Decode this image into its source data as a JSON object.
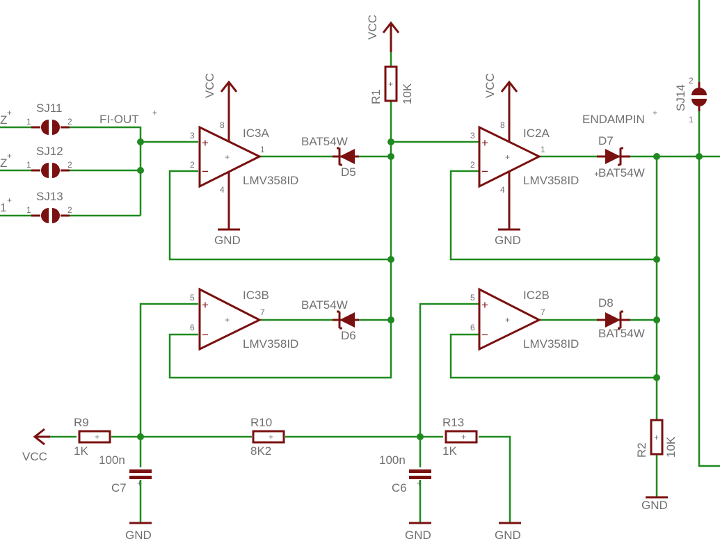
{
  "labels": {
    "vcc_r1": "VCC",
    "vcc_ic3a": "VCC",
    "vcc_ic2a": "VCC",
    "vcc_left": "VCC",
    "r1_name": "R1",
    "r1_value": "10K",
    "r2_name": "R2",
    "r2_value": "10K",
    "r9_name": "R9",
    "r9_value": "1K",
    "r10_name": "R10",
    "r10_value": "8K2",
    "r13_name": "R13",
    "r13_value": "1K",
    "c7_name": "C7",
    "c7_value": "100n",
    "c6_name": "C6",
    "c6_value": "100n",
    "ic3a_name": "IC3A",
    "ic3a_value": "LMV358ID",
    "ic3b_name": "IC3B",
    "ic3b_value": "LMV358ID",
    "ic2a_name": "IC2A",
    "ic2a_value": "LMV358ID",
    "ic2b_name": "IC2B",
    "ic2b_value": "LMV358ID",
    "d5_name": "D5",
    "d5_value": "BAT54W",
    "d6_name": "D6",
    "d6_value": "BAT54W",
    "d7_name": "D7",
    "d7_value": "BAT54W",
    "d8_name": "D8",
    "d8_value": "BAT54W",
    "sj11": "SJ11",
    "sj12": "SJ12",
    "sj13": "SJ13",
    "sj14": "SJ14",
    "net_fi_out": "FI-OUT",
    "net_endampin": "ENDAMPIN",
    "gnd_ic3a": "GND",
    "gnd_ic2a": "GND",
    "gnd_c7": "GND",
    "gnd_c6": "GND",
    "gnd_r13": "GND",
    "gnd_r2": "GND",
    "left_net_1": "Z",
    "left_net_2": "Z",
    "left_net_3": "1"
  },
  "pins": {
    "p1": "1",
    "p2": "2",
    "p3": "3",
    "p4": "4",
    "p5": "5",
    "p6": "6",
    "p7": "7",
    "p8": "8"
  },
  "glyphs": {
    "plus": "+",
    "minus": "−"
  },
  "colors": {
    "wire": "#1f8a1f",
    "symbol": "#7a1010",
    "text": "#707070"
  }
}
